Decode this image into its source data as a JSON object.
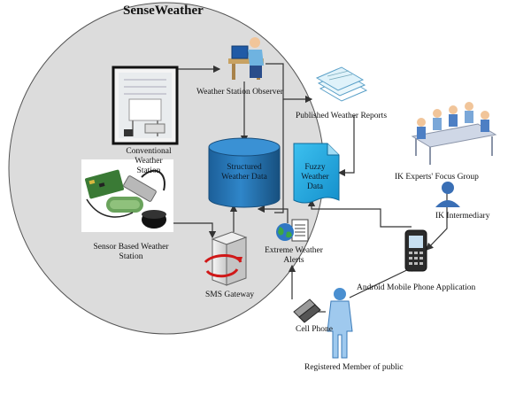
{
  "title": "SenseWeather",
  "nodes": {
    "observer": "Weather Station Observer",
    "published_reports": "Published Weather Reports",
    "conventional_station": "Conventional Weather Station",
    "structured_data": "Structured Weather Data",
    "fuzzy_data": "Fuzzy Weather Data",
    "ik_experts": "IK Experts' Focus Group",
    "ik_intermediary": "IK Intermediary",
    "sensor_station": "Sensor Based Weather Station",
    "sms_gateway": "SMS Gateway",
    "extreme_alerts": "Extreme Weather Alerts",
    "android_app": "Android Mobile Phone Application",
    "cell_phone": "Cell Phone",
    "registered_member": "Registered Member of public"
  },
  "colors": {
    "system_boundary": "#dcdcdc",
    "database": "#1f6fb0",
    "document": "#22a7df",
    "arrow": "#333333"
  }
}
